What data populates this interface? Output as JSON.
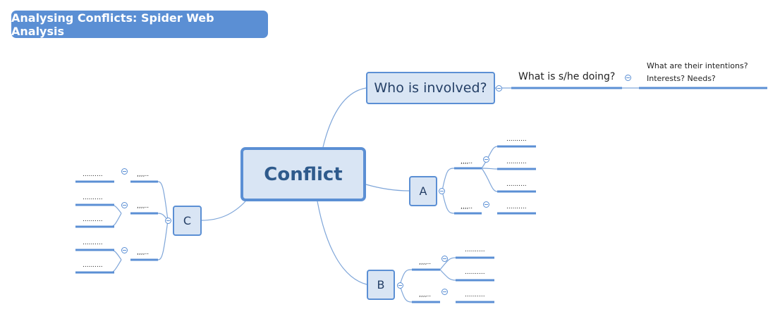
{
  "title": "Analysing Conflicts: Spider Web Analysis",
  "central": "Conflict",
  "who": {
    "label": "Who is involved?",
    "doing": "What is s/he doing?",
    "intentions_line1": "What are their intentions?",
    "intentions_line2": "Interests? Needs?"
  },
  "branch_a": {
    "label": "A",
    "sub1": ",,,,..",
    "sub2": ",,,,..",
    "leaves": [
      "..........",
      "..........",
      "..........",
      ".........."
    ]
  },
  "branch_b": {
    "label": "B",
    "sub1": ",,,,..",
    "sub2": ",,,,..",
    "leaves": [
      "..........",
      "..........",
      ".........."
    ]
  },
  "branch_c": {
    "label": "C",
    "sub1": ",,,,..",
    "sub2": ",,,,..",
    "sub3": ",,,,..",
    "leaves": [
      "..........",
      "..........",
      "..........",
      "..........",
      ".........."
    ]
  },
  "colors": {
    "accent": "#5b8fd4",
    "node_fill": "#d9e5f4",
    "connector": "#7fa6d9"
  }
}
